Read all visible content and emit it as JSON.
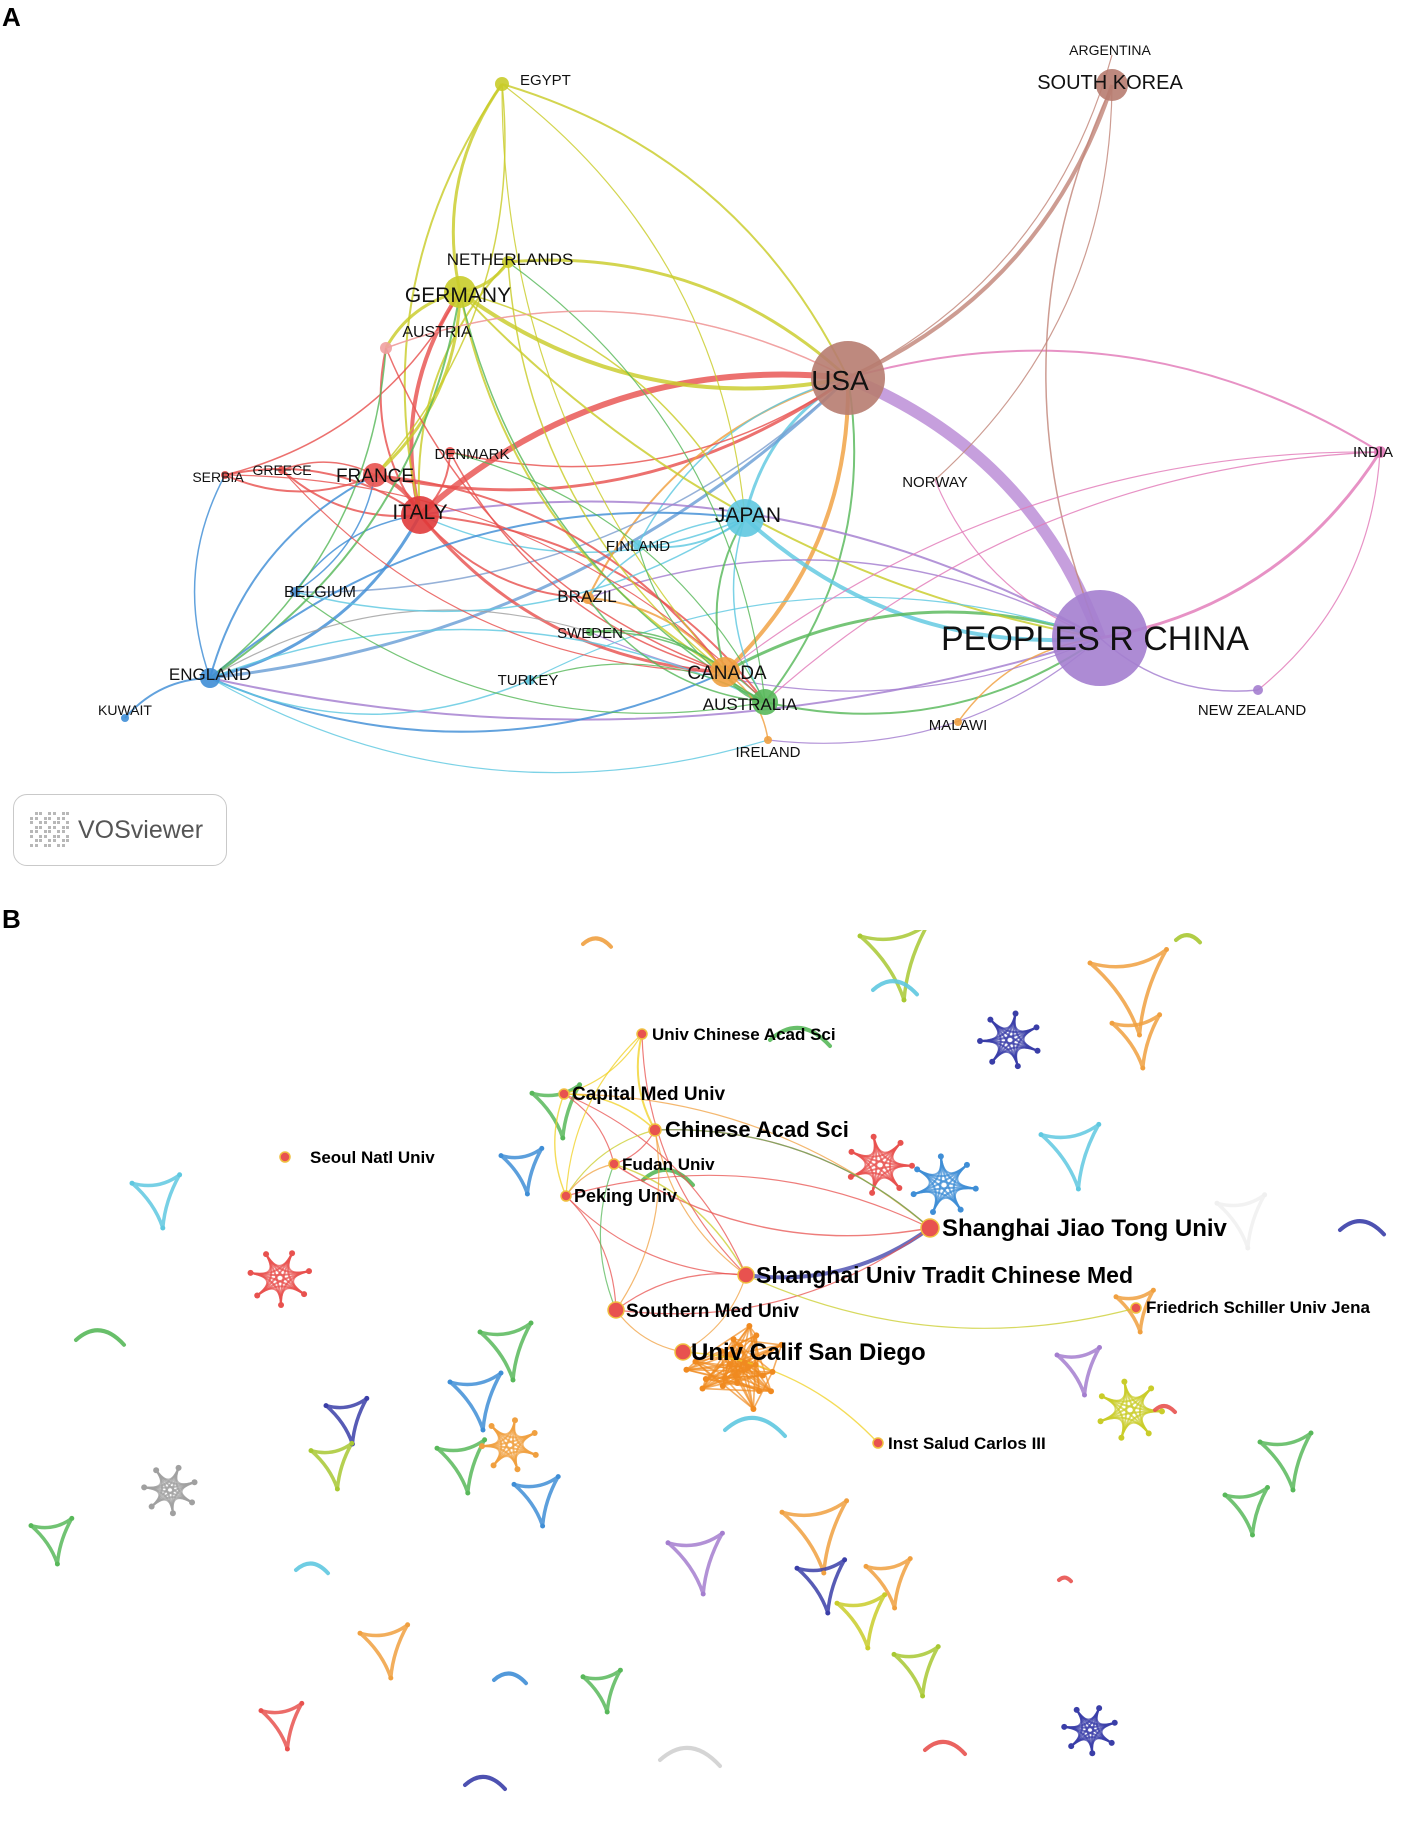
{
  "panels": {
    "a": {
      "letter": "A"
    },
    "b": {
      "letter": "B"
    }
  },
  "badge": {
    "text": "VOSviewer"
  },
  "countries": [
    {
      "id": "china",
      "label": "PEOPLES R CHINA",
      "color": "#a47ecf"
    },
    {
      "id": "usa",
      "label": "USA",
      "color": "#b77c70"
    },
    {
      "id": "southkorea",
      "label": "SOUTH KOREA",
      "color": "#b77c70"
    },
    {
      "id": "argentina",
      "label": "ARGENTINA",
      "color": "#b77c70"
    },
    {
      "id": "egypt",
      "label": "EGYPT",
      "color": "#c9cc2a"
    },
    {
      "id": "netherlands",
      "label": "NETHERLANDS",
      "color": "#c9cc2a"
    },
    {
      "id": "germany",
      "label": "GERMANY",
      "color": "#c9cc2a"
    },
    {
      "id": "austria",
      "label": "AUSTRIA",
      "color": "#f0a0a0"
    },
    {
      "id": "india",
      "label": "INDIA",
      "color": "#e27ab8"
    },
    {
      "id": "norway",
      "label": "NORWAY",
      "color": "#e27ab8"
    },
    {
      "id": "denmark",
      "label": "DENMARK",
      "color": "#e8524f"
    },
    {
      "id": "serbia",
      "label": "SERBIA",
      "color": "#e8524f"
    },
    {
      "id": "greece",
      "label": "GREECE",
      "color": "#e8524f"
    },
    {
      "id": "france",
      "label": "FRANCE",
      "color": "#e8524f"
    },
    {
      "id": "italy",
      "label": "ITALY",
      "color": "#e03b3b"
    },
    {
      "id": "japan",
      "label": "JAPAN",
      "color": "#5fc8e0"
    },
    {
      "id": "finland",
      "label": "FINLAND",
      "color": "#5fc8e0"
    },
    {
      "id": "belgium",
      "label": "BELGIUM",
      "color": "#4a8fd6"
    },
    {
      "id": "brazil",
      "label": "BRAZIL",
      "color": "#f0a040"
    },
    {
      "id": "sweden",
      "label": "SWEDEN",
      "color": "#58b85a"
    },
    {
      "id": "england",
      "label": "ENGLAND",
      "color": "#3f8ed6"
    },
    {
      "id": "kuwait",
      "label": "KUWAIT",
      "color": "#3f8ed6"
    },
    {
      "id": "turkey",
      "label": "TURKEY",
      "color": "#5fc8e0"
    },
    {
      "id": "canada",
      "label": "CANADA",
      "color": "#f0a040"
    },
    {
      "id": "australia",
      "label": "AUSTRALIA",
      "color": "#58b85a"
    },
    {
      "id": "ireland",
      "label": "IRELAND",
      "color": "#f0a040"
    },
    {
      "id": "malawi",
      "label": "MALAWI",
      "color": "#f0a040"
    },
    {
      "id": "newzealand",
      "label": "NEW ZEALAND",
      "color": "#a47ecf"
    }
  ],
  "institutions": [
    {
      "id": "ucas",
      "label": "Univ Chinese Acad Sci"
    },
    {
      "id": "cmu",
      "label": "Capital Med Univ"
    },
    {
      "id": "cas",
      "label": "Chinese Acad Sci"
    },
    {
      "id": "seoul",
      "label": "Seoul Natl Univ"
    },
    {
      "id": "fudan",
      "label": "Fudan Univ"
    },
    {
      "id": "peking",
      "label": "Peking Univ"
    },
    {
      "id": "sjtu",
      "label": "Shanghai Jiao Tong Univ"
    },
    {
      "id": "sutcm",
      "label": "Shanghai Univ Tradit Chinese Med"
    },
    {
      "id": "jena",
      "label": "Friedrich Schiller Univ Jena"
    },
    {
      "id": "smu",
      "label": "Southern Med Univ"
    },
    {
      "id": "ucsd",
      "label": "Univ Calif San Diego"
    },
    {
      "id": "iscIII",
      "label": "Inst Salud Carlos III"
    }
  ]
}
